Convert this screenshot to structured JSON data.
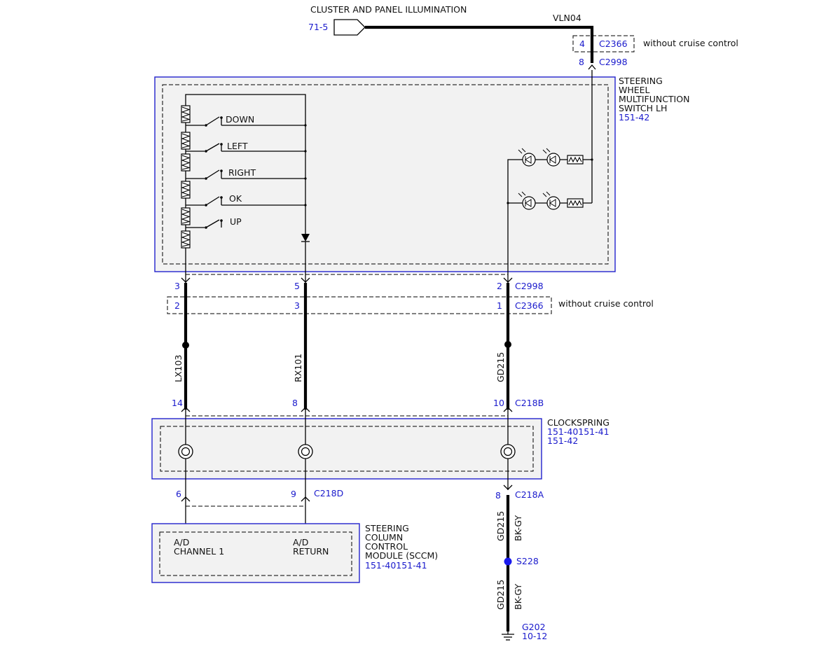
{
  "top": {
    "title": "CLUSTER AND PANEL ILLUMINATION",
    "source_ref": "71-5",
    "circuit": "VLN04",
    "opt_pin": "4",
    "opt_conn": "C2366",
    "opt_note": "without cruise control",
    "in_pin": "8",
    "in_conn": "C2998"
  },
  "switch_module": {
    "name_lines": [
      "STEERING",
      "WHEEL",
      "MULTIFUNCTION",
      "SWITCH LH"
    ],
    "ref": "151-42",
    "buttons": [
      "DOWN",
      "LEFT",
      "RIGHT",
      "OK",
      "UP"
    ]
  },
  "c2998_row": {
    "pins": [
      "3",
      "5",
      "2"
    ],
    "connector": "C2998"
  },
  "c2366_row": {
    "pins": [
      "2",
      "3",
      "1"
    ],
    "connector": "C2366",
    "note": "without cruise control"
  },
  "circuits": [
    "LX103",
    "RX101",
    "GD215"
  ],
  "c218b_row": {
    "pins": [
      "14",
      "8",
      "10"
    ],
    "connector": "C218B"
  },
  "clockspring": {
    "name": "CLOCKSPRING",
    "refs": [
      "151-40151-41",
      "151-42"
    ]
  },
  "c218d_row": {
    "pins": [
      "6",
      "9"
    ],
    "connector": "C218D"
  },
  "c218a": {
    "pin": "8",
    "connector": "C218A"
  },
  "sccm": {
    "name_lines": [
      "STEERING",
      "COLUMN",
      "CONTROL",
      "MODULE (SCCM)"
    ],
    "ref": "151-40151-41",
    "ch1_lines": [
      "A/D",
      "CHANNEL 1"
    ],
    "ret_lines": [
      "A/D",
      "RETURN"
    ]
  },
  "ground_circuit": {
    "name": "GD215",
    "color": "BK-GY"
  },
  "splice": "S228",
  "ground": {
    "name": "G202",
    "ref": "10-12"
  }
}
